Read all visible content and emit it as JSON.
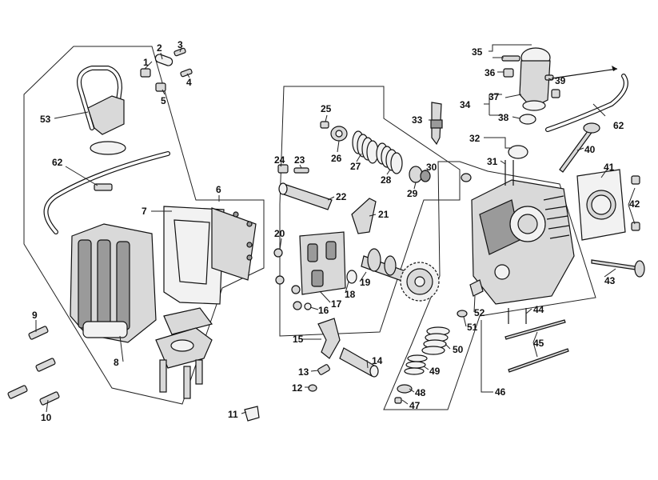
{
  "callouts": [
    {
      "id": "1",
      "label": "1"
    },
    {
      "id": "2",
      "label": "2"
    },
    {
      "id": "3",
      "label": "3"
    },
    {
      "id": "4",
      "label": "4"
    },
    {
      "id": "5",
      "label": "5"
    },
    {
      "id": "6",
      "label": "6"
    },
    {
      "id": "7",
      "label": "7"
    },
    {
      "id": "8",
      "label": "8"
    },
    {
      "id": "9",
      "label": "9"
    },
    {
      "id": "10",
      "label": "10"
    },
    {
      "id": "11",
      "label": "11"
    },
    {
      "id": "12",
      "label": "12"
    },
    {
      "id": "13",
      "label": "13"
    },
    {
      "id": "14",
      "label": "14"
    },
    {
      "id": "15",
      "label": "15"
    },
    {
      "id": "16",
      "label": "16"
    },
    {
      "id": "17",
      "label": "17"
    },
    {
      "id": "18",
      "label": "18"
    },
    {
      "id": "19",
      "label": "19"
    },
    {
      "id": "20",
      "label": "20"
    },
    {
      "id": "21",
      "label": "21"
    },
    {
      "id": "22",
      "label": "22"
    },
    {
      "id": "23",
      "label": "23"
    },
    {
      "id": "24",
      "label": "24"
    },
    {
      "id": "25",
      "label": "25"
    },
    {
      "id": "26",
      "label": "26"
    },
    {
      "id": "27",
      "label": "27"
    },
    {
      "id": "28",
      "label": "28"
    },
    {
      "id": "29",
      "label": "29"
    },
    {
      "id": "30",
      "label": "30"
    },
    {
      "id": "31",
      "label": "31"
    },
    {
      "id": "32",
      "label": "32"
    },
    {
      "id": "33",
      "label": "33"
    },
    {
      "id": "34",
      "label": "34"
    },
    {
      "id": "35",
      "label": "35"
    },
    {
      "id": "36",
      "label": "36"
    },
    {
      "id": "37",
      "label": "37"
    },
    {
      "id": "38",
      "label": "38"
    },
    {
      "id": "39",
      "label": "39"
    },
    {
      "id": "40",
      "label": "40"
    },
    {
      "id": "41",
      "label": "41"
    },
    {
      "id": "42",
      "label": "42"
    },
    {
      "id": "43",
      "label": "43"
    },
    {
      "id": "44",
      "label": "44"
    },
    {
      "id": "45",
      "label": "45"
    },
    {
      "id": "46",
      "label": "46"
    },
    {
      "id": "47",
      "label": "47"
    },
    {
      "id": "48",
      "label": "48"
    },
    {
      "id": "49",
      "label": "49"
    },
    {
      "id": "50",
      "label": "50"
    },
    {
      "id": "51",
      "label": "51"
    },
    {
      "id": "52",
      "label": "52"
    },
    {
      "id": "53",
      "label": "53"
    },
    {
      "id": "62a",
      "label": "62"
    },
    {
      "id": "62b",
      "label": "62"
    }
  ]
}
